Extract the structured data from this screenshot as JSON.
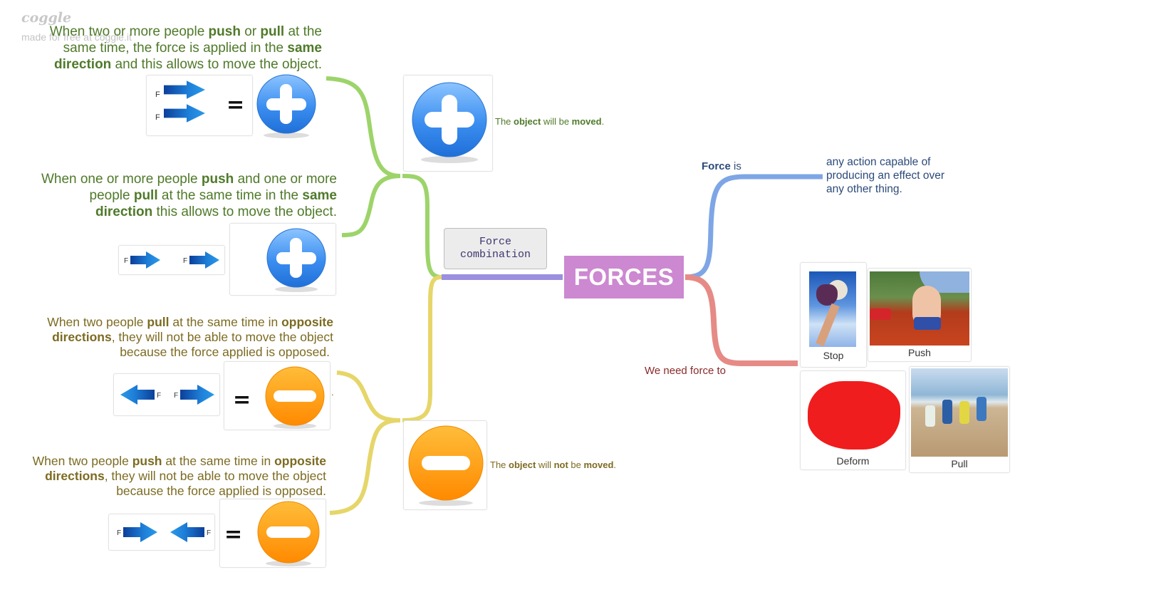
{
  "watermark": {
    "logo": "coggle",
    "tagline": "made for free at coggle.it"
  },
  "central_node": {
    "label": "FORCES",
    "color": "#cc88d0"
  },
  "combination_node": {
    "line1": "Force",
    "line2": "combination"
  },
  "branch_colors": {
    "combination": "#9b8fe0",
    "same_direction": "#9dd46a",
    "opposite_direction": "#e6d66a",
    "definition": "#7ea6e6",
    "uses": "#e68a86"
  },
  "same_direction": {
    "case1": {
      "parts": [
        {
          "t": "When two or more people ",
          "b": false
        },
        {
          "t": "push",
          "b": true
        },
        {
          "t": " or ",
          "b": false
        },
        {
          "t": "pull",
          "b": true
        },
        {
          "t": " at the same time, the force is applied in the ",
          "b": false
        },
        {
          "t": "same direction",
          "b": true
        },
        {
          "t": " and this allows to move the object.",
          "b": false
        }
      ],
      "line1a": "When two or more people ",
      "line1b": "push",
      "line1c": " or ",
      "line1d": "pull",
      "line1e": " at the",
      "line2a": "same time, the force is applied in the ",
      "line2b": "same",
      "line3a": "direction",
      "line3b": " and this allows to move the object.",
      "force_label": "F",
      "equals": "=",
      "result_icon": "plus-icon"
    },
    "case2": {
      "line1a": "When one or more people ",
      "line1b": "push",
      "line1c": " and one or more",
      "line2a": "people ",
      "line2b": "pull",
      "line2c": " at the same time in the ",
      "line2d": "same",
      "line3a": "direction",
      "line3b": " this allows to move the object.",
      "force_label": "F",
      "equals": "=",
      "result_icon": "plus-icon"
    },
    "result": {
      "a": "The ",
      "b": "object",
      "c": " will be ",
      "d": "moved",
      "e": ".",
      "icon": "plus-icon"
    }
  },
  "opposite_direction": {
    "case1": {
      "line1a": "When two people ",
      "line1b": "pull",
      "line1c": " at the same time in ",
      "line1d": "opposite",
      "line2a": "directions",
      "line2b": ", they will not be able to move the object",
      "line3": "because the force applied is opposed.",
      "force_label": "F",
      "equals": "=",
      "trailing": ".",
      "result_icon": "minus-icon"
    },
    "case2": {
      "line1a": "When two people ",
      "line1b": "push",
      "line1c": " at the same time in ",
      "line1d": "opposite",
      "line2a": "directions",
      "line2b": ", they will not be able to move the object",
      "line3": "because the force applied is opposed.",
      "force_label": "F",
      "equals": "=",
      "result_icon": "minus-icon"
    },
    "result": {
      "a": "The ",
      "b": "object",
      "c": " will ",
      "d": "not",
      "e": " be ",
      "f": "moved",
      "g": ".",
      "icon": "minus-icon"
    }
  },
  "definition": {
    "title_bold": "Force",
    "title_rest": " is",
    "line1": "any action capable of",
    "line2": "producing an effect over",
    "line3": "any other thing."
  },
  "uses": {
    "label": "We need force to",
    "images": [
      {
        "caption": "Stop",
        "icon": "glove-catching-ball-photo"
      },
      {
        "caption": "Push",
        "icon": "hand-pushing-toy-car-photo"
      },
      {
        "caption": "Deform",
        "icon": "red-clay-photo"
      },
      {
        "caption": "Pull",
        "icon": "tug-of-war-photo"
      }
    ]
  }
}
